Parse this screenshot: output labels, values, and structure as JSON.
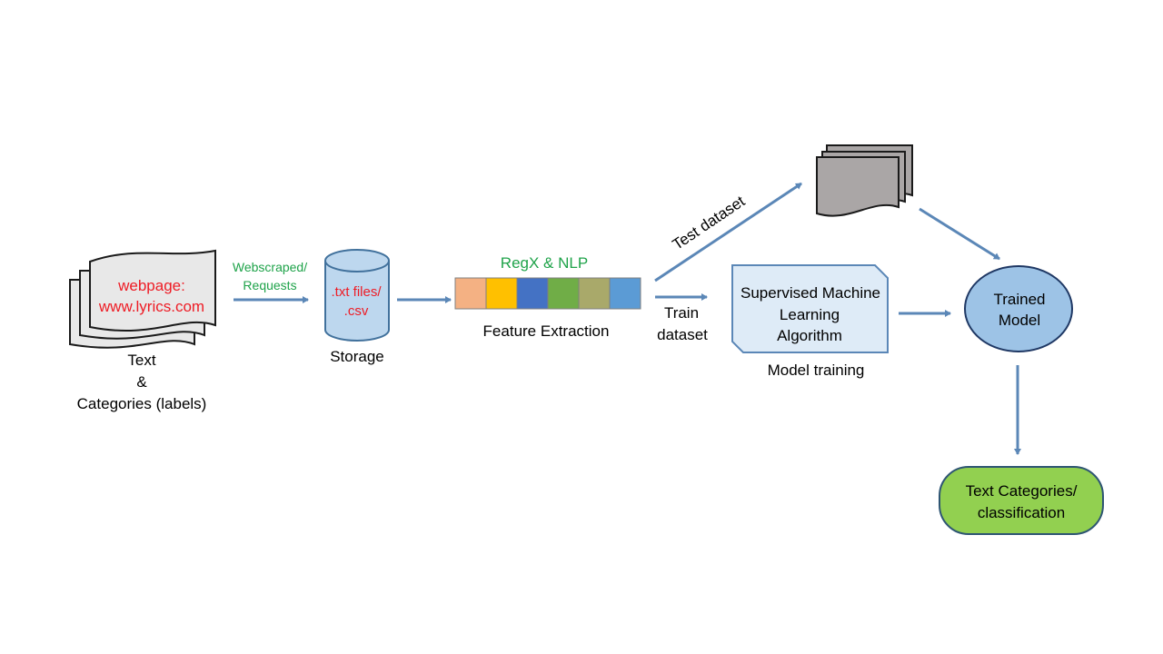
{
  "colors": {
    "arrow": "#5b87b7",
    "doc_fill": "#e8e8e8",
    "doc_stroke": "#1a1a1a",
    "red_text": "#ee1c25",
    "green_text": "#1fa34a",
    "cyl_fill": "#bdd7ee",
    "cyl_stroke": "#41719c",
    "algo_fill": "#deebf7",
    "algo_stroke": "#5b87b7",
    "trained_fill": "#9dc3e6",
    "result_fill": "#92d050",
    "test_doc_fill": "#aaa6a6",
    "feature_cells": [
      "#f4b183",
      "#ffc000",
      "#4472c4",
      "#70ad47",
      "#a9a96a",
      "#5b9bd5"
    ]
  },
  "source": {
    "text_line1": "webpage:",
    "text_line2": "www.lyrics.com",
    "caption_line1": "Text",
    "caption_line2": "&",
    "caption_line3": "Categories (labels)"
  },
  "scrape": {
    "label_line1": "Webscraped/",
    "label_line2": "Requests"
  },
  "storage": {
    "text_line1": ".txt files/",
    "text_line2": ".csv",
    "caption": "Storage"
  },
  "features": {
    "title": "RegX & NLP",
    "caption": "Feature Extraction"
  },
  "split": {
    "test_label": "Test dataset",
    "train_line1": "Train",
    "train_line2": "dataset"
  },
  "algorithm": {
    "line1": "Supervised Machine",
    "line2": "Learning",
    "line3": "Algorithm",
    "caption": "Model training"
  },
  "trained": {
    "line1": "Trained",
    "line2": "Model"
  },
  "result": {
    "line1": "Text Categories/",
    "line2": "classification"
  }
}
